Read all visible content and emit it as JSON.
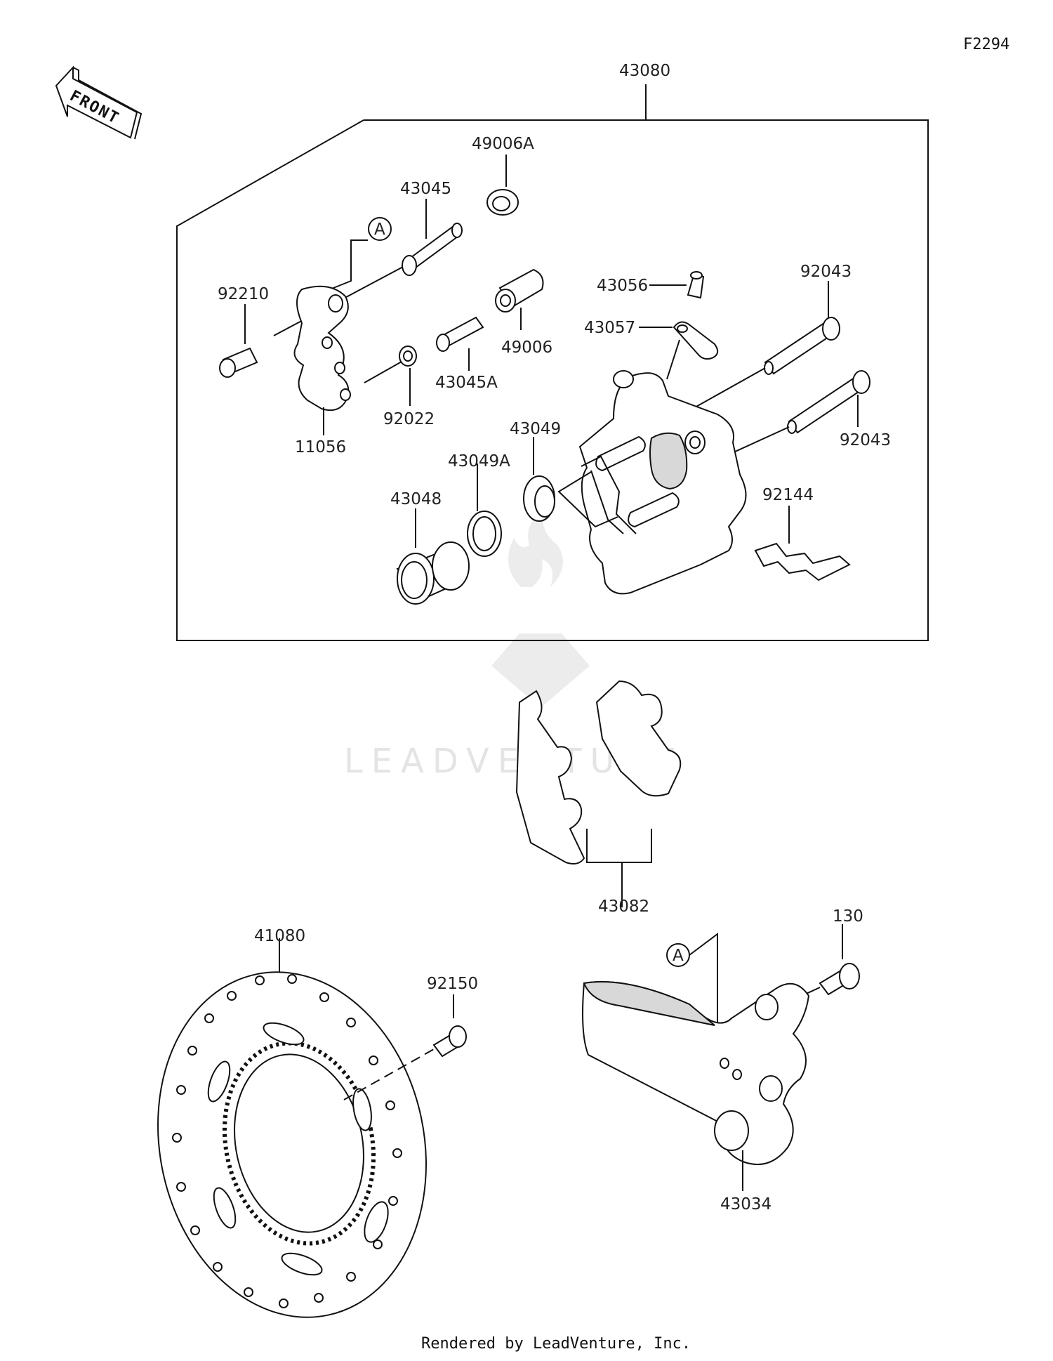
{
  "diagram": {
    "ref_code": "F2294",
    "front_label": "FRONT",
    "footer": "Rendered by LeadVenture, Inc.",
    "watermark": "LEADVENTURE",
    "callout_letter": "A",
    "parts": {
      "p43080": "43080",
      "p49006A": "49006A",
      "p43045": "43045",
      "p92210": "92210",
      "p43056": "43056",
      "p92043_top": "92043",
      "p43057": "43057",
      "p49006": "49006",
      "p43045A": "43045A",
      "p92022": "92022",
      "p11056": "11056",
      "p43049": "43049",
      "p43049A": "43049A",
      "p43048": "43048",
      "p92043_bottom": "92043",
      "p92144": "92144",
      "p43082": "43082",
      "p41080": "41080",
      "p92150": "92150",
      "p130": "130",
      "p43034": "43034"
    }
  }
}
